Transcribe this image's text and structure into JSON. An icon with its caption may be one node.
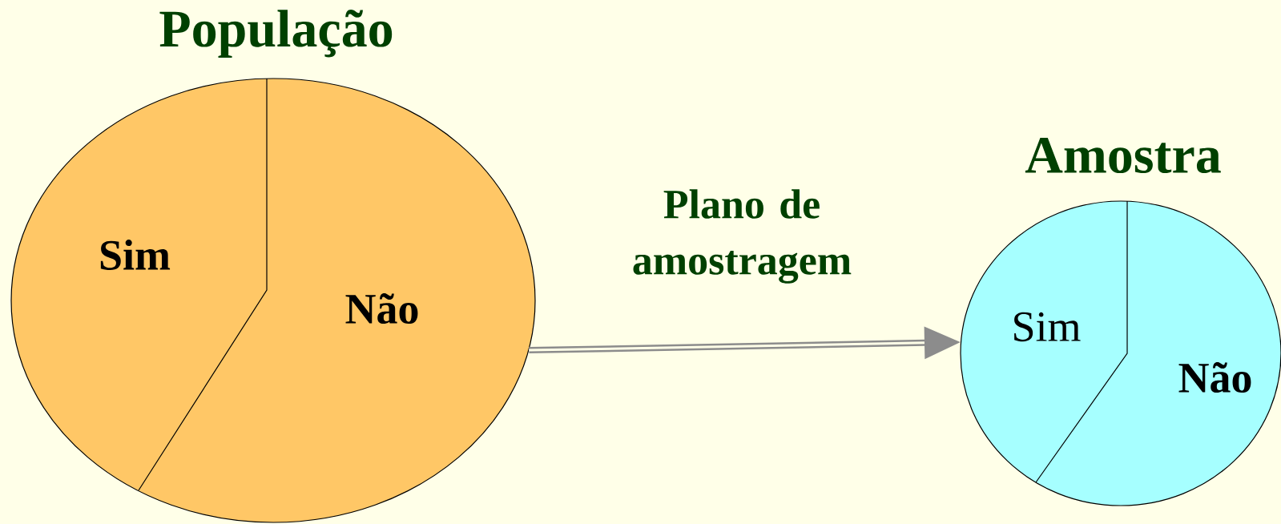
{
  "diagram": {
    "nodes": [
      {
        "text": [
          "População"
        ]
      },
      {
        "text": [
          "Sim"
        ],
        "in": 0
      },
      {
        "text": [
          "Não"
        ],
        "in": 0
      },
      {
        "text": [
          "Amostra"
        ]
      },
      {
        "text": [
          "Sim"
        ],
        "in": 3
      },
      {
        "text": [
          "Não"
        ],
        "in": 3
      }
    ],
    "edges": [
      {
        "from": 0,
        "to": 3,
        "arrow": "to",
        "label": "Plano de amostragem"
      }
    ]
  }
}
